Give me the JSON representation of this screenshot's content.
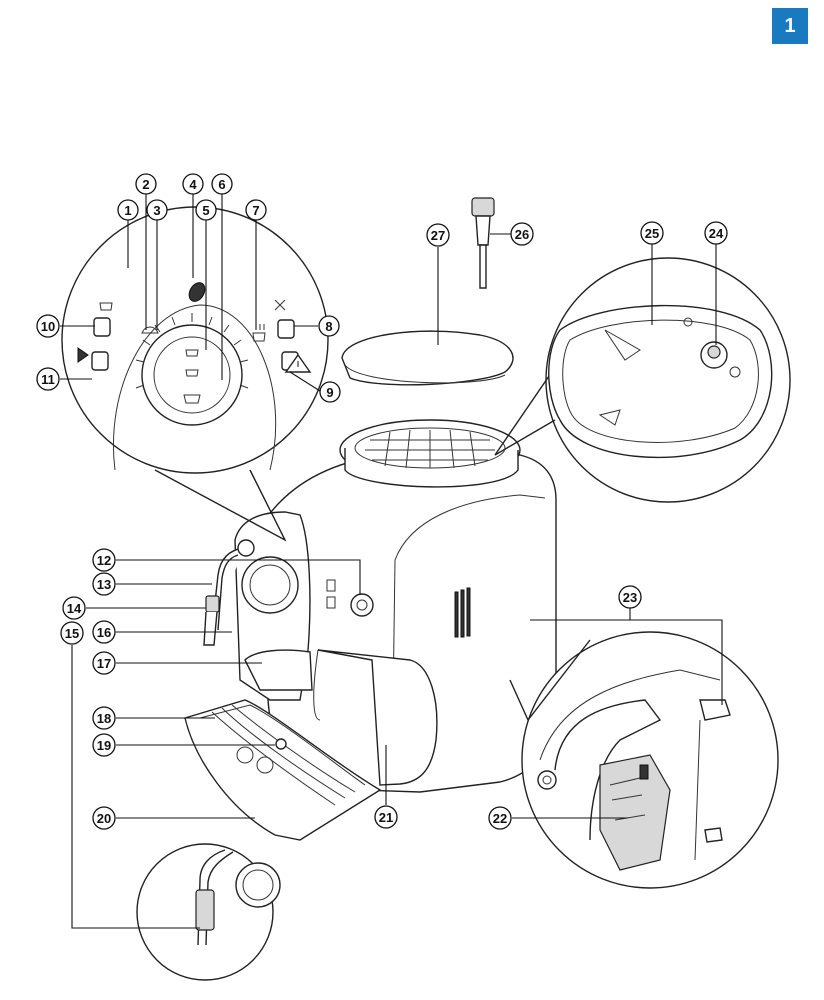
{
  "page_number": "1",
  "colors": {
    "badge": "#1a7ac0",
    "line": "#222222"
  },
  "callouts": [
    "1",
    "2",
    "3",
    "4",
    "5",
    "6",
    "7",
    "8",
    "9",
    "10",
    "11",
    "12",
    "13",
    "14",
    "15",
    "16",
    "17",
    "18",
    "19",
    "20",
    "21",
    "22",
    "23",
    "24",
    "25",
    "26",
    "27"
  ]
}
